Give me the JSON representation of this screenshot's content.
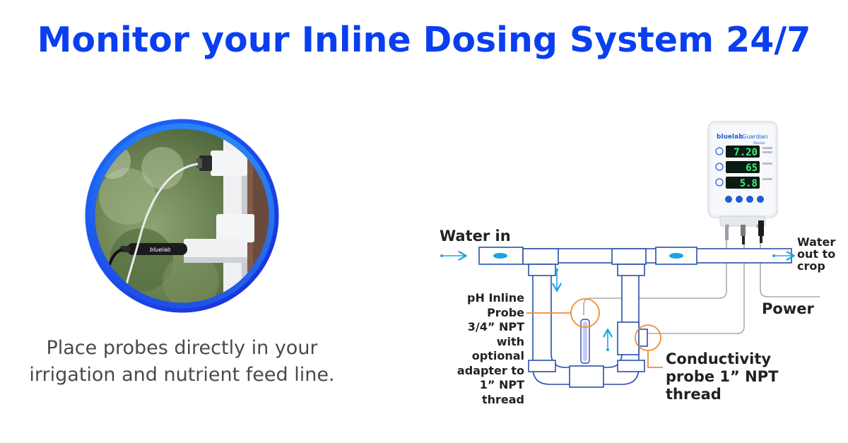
{
  "title": "Monitor your Inline Dosing System 24/7",
  "caption": {
    "line1": "Place probes directly in your",
    "line2": "irrigation and nutrient feed line."
  },
  "photo": {
    "probe_brand": "bluelab"
  },
  "device": {
    "brand": "bluelab",
    "model": "Guardian",
    "model_sub": "Monitor",
    "readings": {
      "conductivity": "7.20",
      "temperature": "65",
      "ph": "5.8"
    }
  },
  "diagram": {
    "water_in": "Water in",
    "water_out": [
      "Water",
      "out to",
      "crop"
    ],
    "power": "Power",
    "ph_probe": [
      "pH Inline",
      "Probe",
      "3/4” NPT",
      "with",
      "optional",
      "adapter to",
      "1” NPT",
      "thread"
    ],
    "conductivity_probe": [
      "Conductivity",
      "probe 1” NPT",
      "thread"
    ]
  },
  "colors": {
    "title": "#0a3ff0",
    "pipe": "#2a4fa8",
    "flow": "#1aa7e0",
    "callout": "#f28c28",
    "device_accent": "#1e5bd8"
  }
}
